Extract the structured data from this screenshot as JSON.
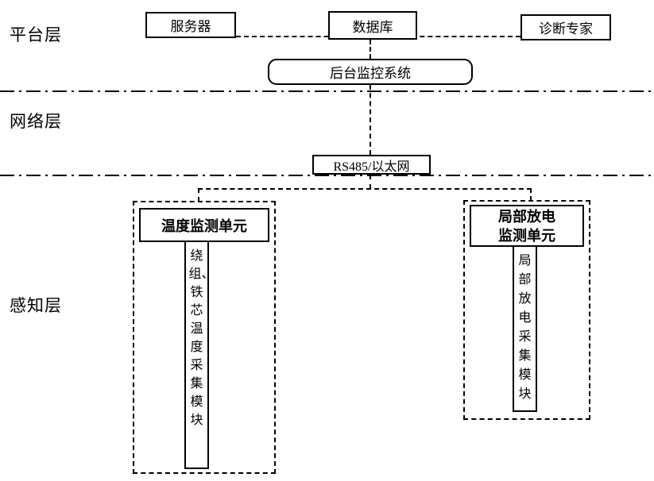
{
  "layers": {
    "platform": "平台层",
    "network": "网络层",
    "perception": "感知层"
  },
  "platform": {
    "server": "服务器",
    "database": "数据库",
    "expert": "诊断专家",
    "monitor": "后台监控系统"
  },
  "network": {
    "bus": "RS485/以太网"
  },
  "perception": {
    "temp_unit_title": "温度监测单元",
    "temp_module": "绕组、铁芯温度采集模块",
    "pd_unit_title": "局部放电\n监测单元",
    "pd_module": "局部放电采集模块"
  },
  "colors": {
    "line": "#000000",
    "background": "#ffffff"
  }
}
